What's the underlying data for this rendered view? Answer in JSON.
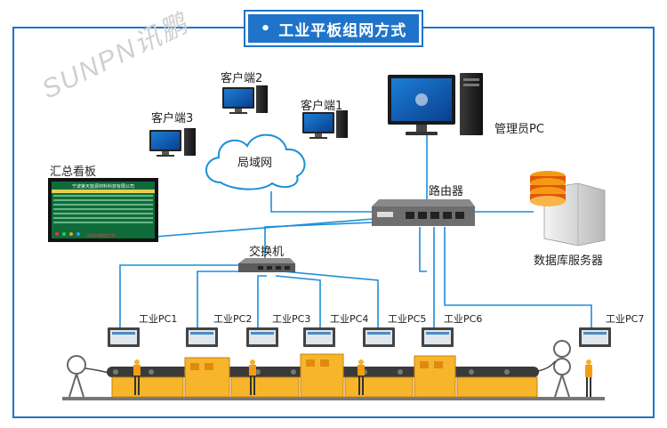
{
  "title": "工业平板组网方式",
  "logo_text": "SUNPN讯鹏",
  "nodes": {
    "client1": "客户端1",
    "client2": "客户端2",
    "client3": "客户端3",
    "lan": "局域网",
    "admin_pc": "管理员PC",
    "router": "路由器",
    "db_server": "数据库服务器",
    "dashboard": "汇总看板",
    "switch": "交换机"
  },
  "dashboard_title": "宁波第天能源材料科技有限公司",
  "dashboard_warning": "欢迎光临指导工作",
  "industrial_pcs": [
    "工业PC1",
    "工业PC2",
    "工业PC3",
    "工业PC4",
    "工业PC5",
    "工业PC6",
    "工业PC7"
  ],
  "colors": {
    "frame": "#1f74c9",
    "link": "#1d8ed8",
    "machine_yellow": "#f7b52c",
    "machine_orange": "#e08a12"
  }
}
